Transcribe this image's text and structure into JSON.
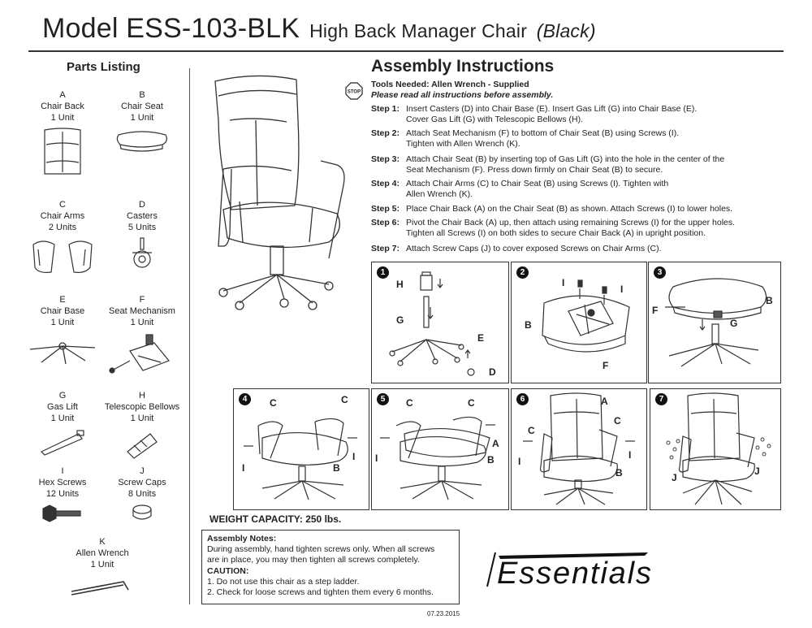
{
  "header": {
    "model": "Model ESS-103-BLK",
    "product": "High Back Manager Chair",
    "color": "(Black)"
  },
  "parts": {
    "title": "Parts Listing",
    "items": [
      {
        "letter": "A",
        "name": "Chair Back",
        "qty": "1 Unit",
        "icon": "chair-back-icon"
      },
      {
        "letter": "B",
        "name": "Chair Seat",
        "qty": "1 Unit",
        "icon": "chair-seat-icon"
      },
      {
        "letter": "C",
        "name": "Chair Arms",
        "qty": "2 Units",
        "icon": "chair-arms-icon"
      },
      {
        "letter": "D",
        "name": "Casters",
        "qty": "5 Units",
        "icon": "caster-icon"
      },
      {
        "letter": "E",
        "name": "Chair Base",
        "qty": "1 Unit",
        "icon": "chair-base-icon"
      },
      {
        "letter": "F",
        "name": "Seat Mechanism",
        "qty": "1 Unit",
        "icon": "seat-mechanism-icon"
      },
      {
        "letter": "G",
        "name": "Gas Lift",
        "qty": "1 Unit",
        "icon": "gas-lift-icon"
      },
      {
        "letter": "H",
        "name": "Telescopic Bellows",
        "qty": "1 Unit",
        "icon": "bellows-icon"
      },
      {
        "letter": "I",
        "name": "Hex Screws",
        "qty": "12 Units",
        "icon": "hex-screw-icon"
      },
      {
        "letter": "J",
        "name": "Screw Caps",
        "qty": "8 Units",
        "icon": "screw-cap-icon"
      },
      {
        "letter": "K",
        "name": "Allen Wrench",
        "qty": "1 Unit",
        "icon": "allen-wrench-icon"
      }
    ]
  },
  "assembly": {
    "title": "Assembly Instructions",
    "tools": "Tools Needed: Allen Wrench - Supplied",
    "warning": "Please read all instructions before assembly.",
    "stop": "STOP",
    "steps": [
      {
        "label": "Step 1:",
        "lines": [
          "Insert Casters (D) into Chair Base (E). Insert Gas Lift (G) into Chair Base (E).",
          "Cover Gas Lift (G) with Telescopic Bellows (H)."
        ]
      },
      {
        "label": "Step 2:",
        "lines": [
          "Attach Seat Mechanism (F) to bottom of Chair Seat (B) using Screws (I).",
          "Tighten with Allen Wrench (K)."
        ]
      },
      {
        "label": "Step 3:",
        "lines": [
          "Attach Chair Seat (B) by inserting top of Gas Lift (G) into the hole in the center of the",
          "Seat Mechanism (F). Press down firmly on Chair Seat (B) to secure."
        ]
      },
      {
        "label": "Step 4:",
        "lines": [
          "Attach Chair Arms (C) to Chair Seat (B) using Screws (I). Tighten with",
          "Allen Wrench (K)."
        ]
      },
      {
        "label": "Step 5:",
        "lines": [
          "Place Chair Back (A) on the Chair Seat (B) as shown. Attach Screws (I) to lower holes."
        ]
      },
      {
        "label": "Step 6:",
        "lines": [
          "Pivot the Chair Back (A) up, then attach using remaining Screws (I) for the upper holes.",
          "Tighten all Screws (I) on both sides to secure Chair Back (A) in upright position."
        ]
      },
      {
        "label": "Step 7:",
        "lines": [
          "Attach Screw Caps (J) to cover exposed Screws on Chair Arms (C)."
        ]
      }
    ]
  },
  "panels": [
    {
      "num": "1",
      "labels": [
        "H",
        "G",
        "E",
        "D"
      ]
    },
    {
      "num": "2",
      "labels": [
        "I",
        "I",
        "B",
        "F"
      ]
    },
    {
      "num": "3",
      "labels": [
        "B",
        "F",
        "G"
      ]
    },
    {
      "num": "4",
      "labels": [
        "C",
        "C",
        "I",
        "I",
        "B"
      ]
    },
    {
      "num": "5",
      "labels": [
        "C",
        "C",
        "A",
        "I",
        "B"
      ]
    },
    {
      "num": "6",
      "labels": [
        "A",
        "C",
        "C",
        "I",
        "I",
        "B"
      ]
    },
    {
      "num": "7",
      "labels": [
        "J",
        "J"
      ]
    }
  ],
  "weight": "WEIGHT CAPACITY: 250 lbs.",
  "notes": {
    "title": "Assembly Notes:",
    "body": [
      "During assembly, hand tighten screws only. When all screws",
      "are in place, you may then tighten all screws completely."
    ],
    "caution_title": "CAUTION:",
    "cautions": [
      "1. Do not use this chair as a step ladder.",
      "2. Check for loose screws and tighten them every 6 months."
    ]
  },
  "brand": "Essentials",
  "date": "07.23.2015"
}
